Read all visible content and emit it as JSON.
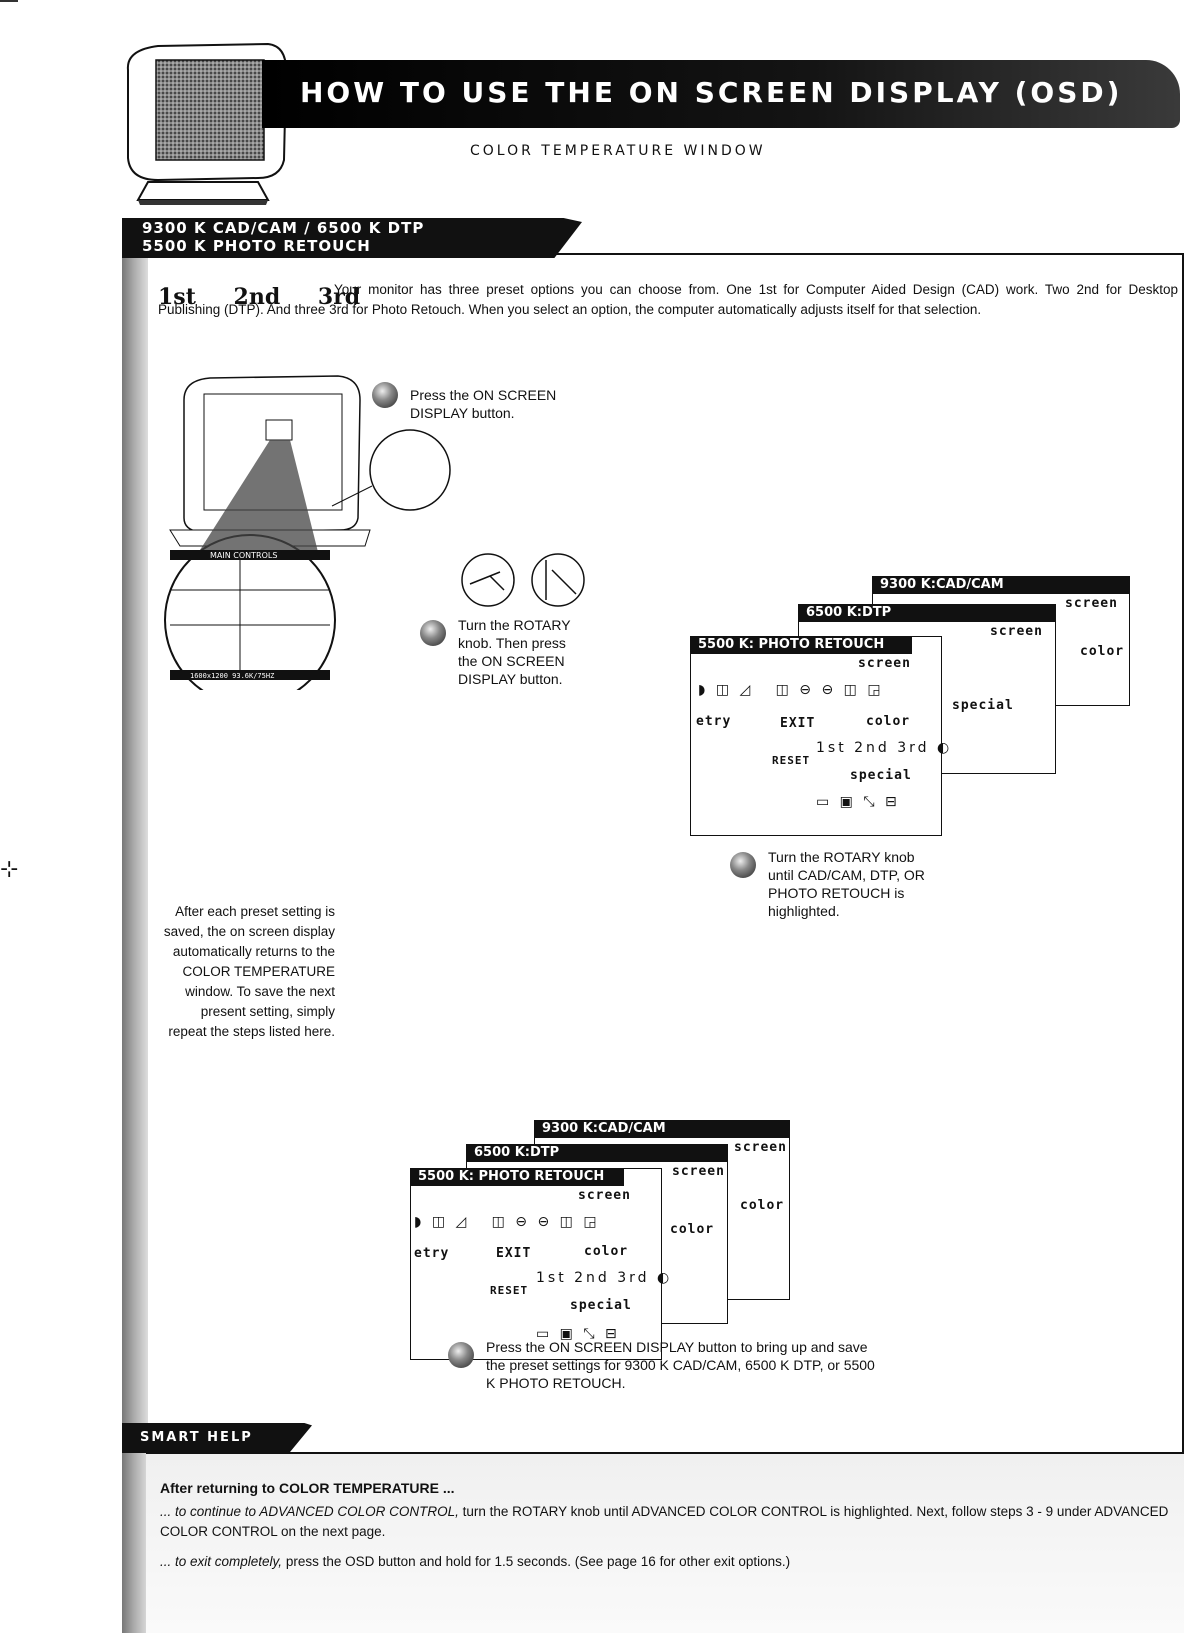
{
  "header": {
    "title": "HOW TO USE THE ON SCREEN DISPLAY (OSD)",
    "subtitle": "COLOR TEMPERATURE WINDOW"
  },
  "section": {
    "title_line1": "9300 K CAD/CAM / 6500 K DTP",
    "title_line2": "5500 K PHOTO RETOUCH",
    "glyphs": [
      "1st",
      "2nd",
      "3rd"
    ],
    "intro": "Your monitor has three preset options you can choose from. One 1st for Computer Aided Design (CAD) work. Two 2nd for Desktop Publishing (DTP). And three 3rd for Photo Retouch. When you select an option, the computer automatically adjusts itself for that selection."
  },
  "steps": {
    "step1": "Press the ON SCREEN DISPLAY button.",
    "step2": "Turn the ROTARY knob. Then press the ON SCREEN DISPLAY button.",
    "step3": "Turn the ROTARY knob until CAD/CAM, DTP, OR PHOTO RETOUCH is highlighted.",
    "step4": "Press the ON SCREEN DISPLAY button to bring up and save the preset settings for 9300 K CAD/CAM, 6500 K DTP, or 5500 K PHOTO RETOUCH."
  },
  "note": "After each preset setting is saved, the on screen display automatically returns to the COLOR TEMPERATURE window. To save the next present setting, simply repeat the steps listed here.",
  "osd": {
    "win1_title": "9300 K:CAD/CAM",
    "win2_title": "6500 K:DTP",
    "win3_title": "5500 K: PHOTO RETOUCH",
    "screen": "screen",
    "color": "color",
    "special": "special",
    "geometry": "etry",
    "exit": "EXIT",
    "reset": "RESET",
    "color_icons": "1st 2nd 3rd ◐"
  },
  "main_controls": {
    "title": "MAIN CONTROLS",
    "resolution": "1600x1200 93.6K/75HZ"
  },
  "smart_help": {
    "title": "SMART HELP",
    "heading": "After returning to COLOR TEMPERATURE ...",
    "line1_lead": "... to continue to ADVANCED COLOR CONTROL,",
    "line1_rest": "turn the ROTARY knob until ADVANCED COLOR CONTROL is highlighted. Next, follow steps 3 - 9 under ADVANCED COLOR CONTROL on the next page.",
    "line2_lead": "... to exit completely,",
    "line2_rest": "press the OSD button and hold for 1.5 seconds. (See page 16 for other exit options.)"
  }
}
